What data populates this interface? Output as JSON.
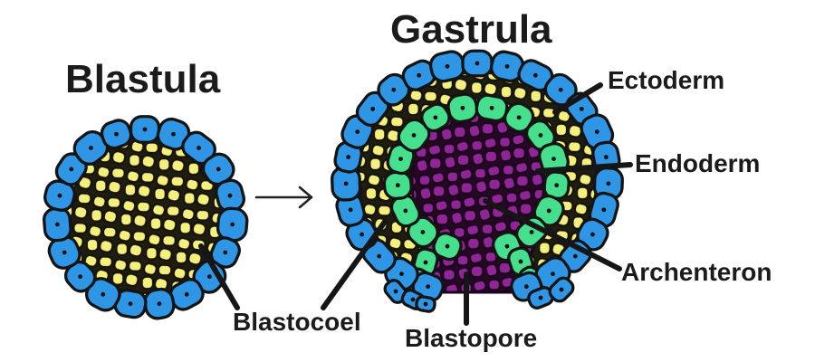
{
  "diagram": {
    "blastula": {
      "title": "Blastula"
    },
    "gastrula": {
      "title": "Gastrula"
    },
    "annotations": {
      "ectoderm": "Ectoderm",
      "endoderm": "Endoderm",
      "archenteron": "Archenteron",
      "blastocoel": "Blastocoel",
      "blastopore": "Blastopore"
    },
    "icons": {
      "transition_arrow": "right-arrow-icon"
    },
    "colors": {
      "cell_blue": "#2f96e6",
      "endoderm_green": "#45df8e",
      "yolk_yellow": "#f5ef7d",
      "yolk_grout": "#1f1d10",
      "archenteron_purple": "#8f2596",
      "archenteron_grout": "#260725",
      "outline": "#141414",
      "pointer_line": "#161616",
      "text": "#1b1b1b",
      "background": "#ffffff"
    }
  }
}
